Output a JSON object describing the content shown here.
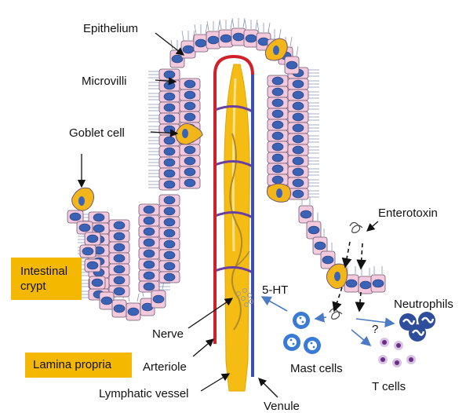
{
  "labels": {
    "epithelium": "Epithelium",
    "microvilli": "Microvilli",
    "goblet_cell": "Goblet cell",
    "enterotoxin": "Enterotoxin",
    "serotonin": "5-HT",
    "neutrophils": "Neutrophils",
    "question": "?",
    "nerve": "Nerve",
    "mast_cells": "Mast cells",
    "arteriole": "Arteriole",
    "t_cells": "T cells",
    "lymphatic_vessel": "Lymphatic vessel",
    "venule": "Venule"
  },
  "boxes": {
    "intestinal_crypt_line1": "Intestinal",
    "intestinal_crypt_line2": "crypt",
    "lamina_propria": "Lamina propria"
  },
  "colors": {
    "cell_fill": "#f2c9dd",
    "cell_stroke": "#6e5870",
    "nucleus": "#3a62b5",
    "goblet": "#f2b51a",
    "arteriole": "#d0202a",
    "venule": "#3a4fb0",
    "lymphatic": "#f5bd14",
    "label_box": "#f5b800",
    "arrow_blue": "#4a7bc4"
  }
}
